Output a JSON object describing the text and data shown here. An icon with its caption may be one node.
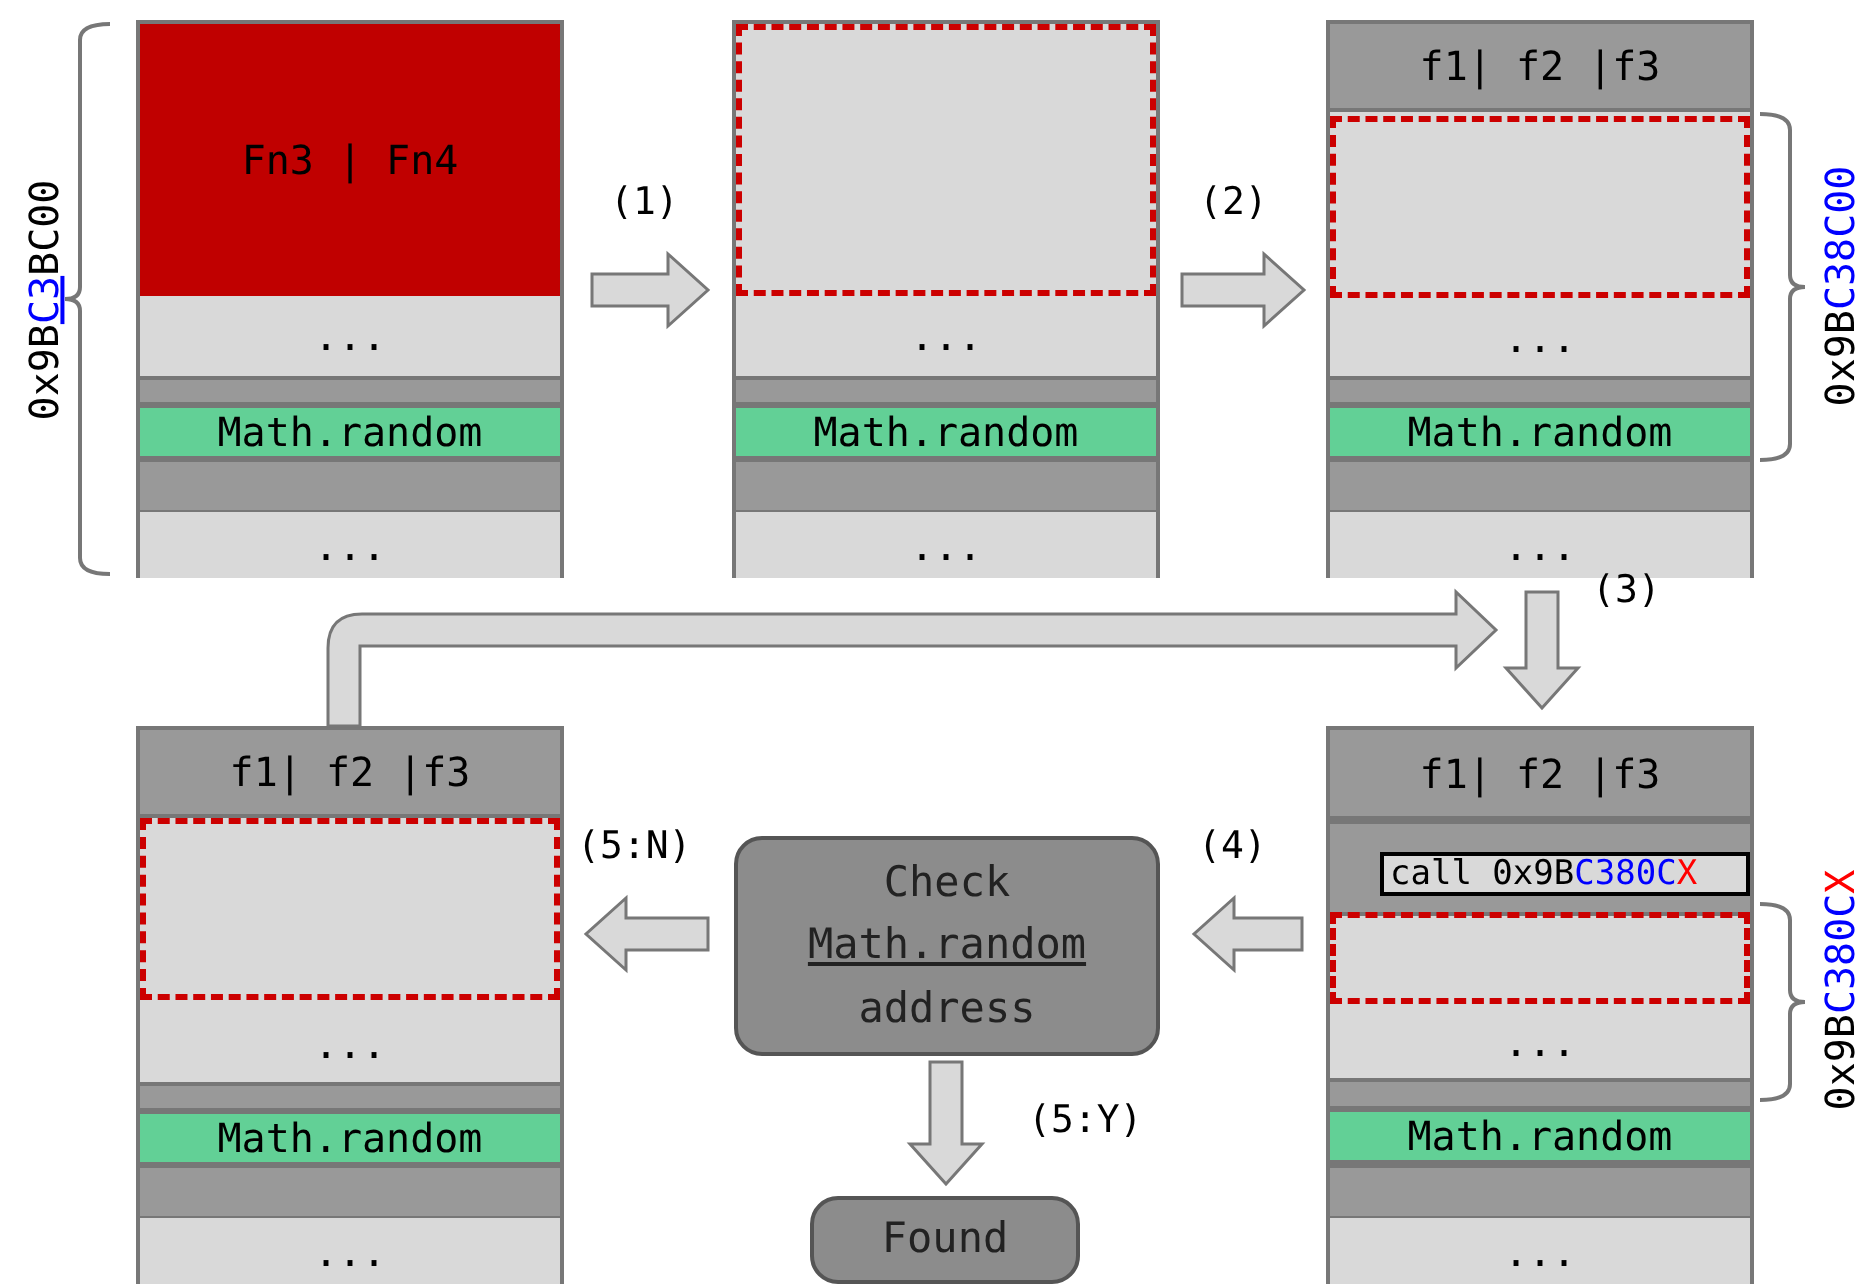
{
  "diagram": {
    "nodes": [
      {
        "text": [],
        "shape": "box"
      },
      {
        "text": [
          "Fn3 | Fn4"
        ],
        "in": 0
      },
      {
        "text": [
          "..."
        ],
        "in": 0
      },
      {
        "text": [],
        "shape": "bar",
        "in": 0
      },
      {
        "text": [
          "Math.random"
        ],
        "in": 0
      },
      {
        "text": [],
        "shape": "bar",
        "in": 0
      },
      {
        "text": [
          "..."
        ],
        "in": 0
      },
      {
        "text": [],
        "shape": "box"
      },
      {
        "text": [],
        "shape": "box",
        "in": 7
      },
      {
        "text": [
          "..."
        ],
        "in": 7
      },
      {
        "text": [],
        "shape": "bar",
        "in": 7
      },
      {
        "text": [
          "Math.random"
        ],
        "in": 7
      },
      {
        "text": [],
        "shape": "bar",
        "in": 7
      },
      {
        "text": [
          "..."
        ],
        "in": 7
      },
      {
        "text": [],
        "shape": "box"
      },
      {
        "text": [
          "f1| f2 |f3"
        ],
        "in": 14
      },
      {
        "text": [],
        "shape": "box",
        "in": 14
      },
      {
        "text": [
          "..."
        ],
        "in": 14
      },
      {
        "text": [],
        "shape": "bar",
        "in": 14
      },
      {
        "text": [
          "Math.random"
        ],
        "in": 14
      },
      {
        "text": [],
        "shape": "bar",
        "in": 14
      },
      {
        "text": [
          "..."
        ],
        "in": 14
      },
      {
        "text": [],
        "shape": "box"
      },
      {
        "text": [
          "f1| f2 |f3"
        ],
        "in": 22
      },
      {
        "text": [],
        "shape": "box",
        "in": 22
      },
      {
        "text": [
          "..."
        ],
        "in": 22
      },
      {
        "text": [],
        "shape": "bar",
        "in": 22
      },
      {
        "text": [
          "Math.random"
        ],
        "in": 22
      },
      {
        "text": [],
        "shape": "bar",
        "in": 22
      },
      {
        "text": [
          "..."
        ],
        "in": 22
      },
      {
        "text": [
          "Check",
          "Math.random",
          "address"
        ]
      },
      {
        "text": [
          "Found"
        ]
      },
      {
        "text": [],
        "shape": "box"
      },
      {
        "text": [
          "f1| f2 |f3"
        ],
        "in": 32
      },
      {
        "text": [],
        "shape": "bar",
        "in": 32
      },
      {
        "text": [
          "call 0x9BC380CX"
        ],
        "in": 34
      },
      {
        "text": [],
        "shape": "box",
        "in": 32
      },
      {
        "text": [
          "..."
        ],
        "in": 32
      },
      {
        "text": [],
        "shape": "bar",
        "in": 32
      },
      {
        "text": [
          "Math.random"
        ],
        "in": 32
      },
      {
        "text": [],
        "shape": "bar",
        "in": 32
      },
      {
        "text": [
          "..."
        ],
        "in": 32
      }
    ],
    "edges": [
      {
        "from": 0,
        "to": 7,
        "arrow": "to",
        "label": "(1)"
      },
      {
        "from": 7,
        "to": 14,
        "arrow": "to",
        "label": "(2)"
      },
      {
        "from": 14,
        "to": 32,
        "arrow": "to",
        "label": "(3)"
      },
      {
        "from": 22,
        "to": null,
        "arrow": "to"
      },
      {
        "from": 32,
        "to": 30,
        "arrow": "to",
        "label": "(4)"
      },
      {
        "from": 30,
        "to": 22,
        "arrow": "to",
        "label": "(5:N)"
      },
      {
        "from": 30,
        "to": 31,
        "arrow": "to",
        "label": "(5:Y)"
      }
    ],
    "labels": [
      "0x9BC3BC00",
      "0x9BC38C00",
      "0x9BC380CX"
    ]
  }
}
